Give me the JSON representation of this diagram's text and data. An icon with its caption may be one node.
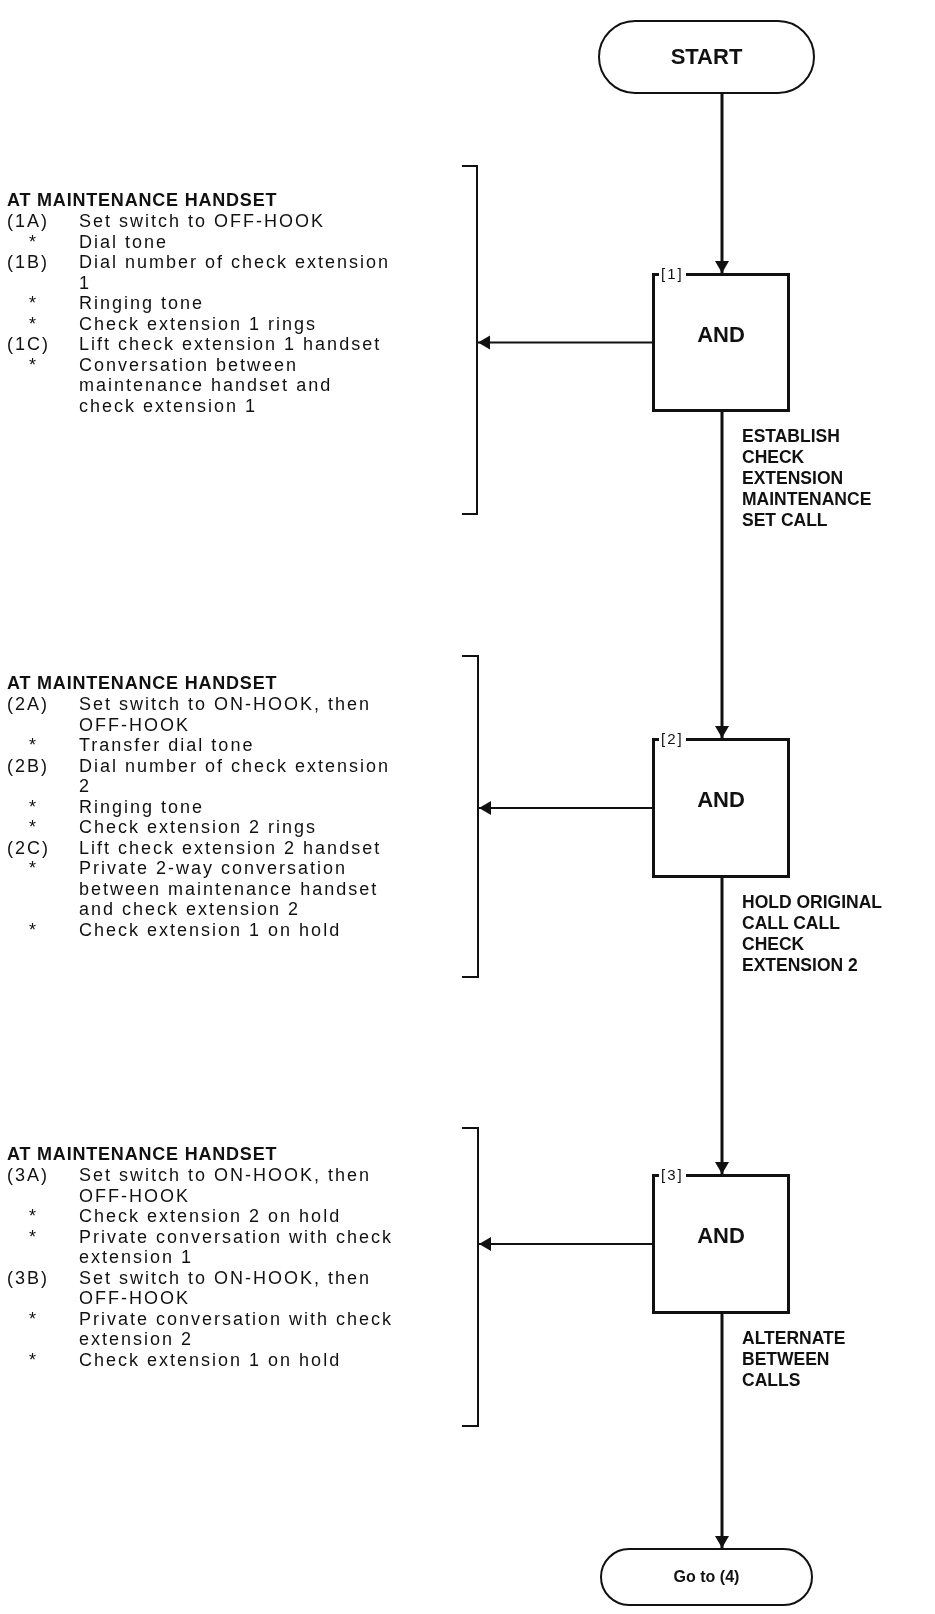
{
  "diagram": {
    "nodes": [
      {
        "text": [
          "START"
        ]
      },
      {
        "text": [
          "[1]",
          "AND"
        ]
      },
      {
        "text": [],
        "shape": "bracket",
        "beside": [
          "AT MAINTENANCE HANDSET",
          "(1A)",
          "Set switch to OFF-HOOK",
          "*",
          "Dial tone",
          "(1B)",
          "Dial number of check extension 1",
          "*",
          "Ringing tone",
          "*",
          "Check extension 1 rings",
          "(1C)",
          "Lift check extension 1 handset",
          "*",
          "Conversation between maintenance handset and check extension 1"
        ]
      },
      {
        "text": [
          "[2]",
          "AND"
        ]
      },
      {
        "text": [],
        "shape": "bracket",
        "beside": [
          "AT MAINTENANCE HANDSET",
          "(2A)",
          "Set switch to ON-HOOK, then OFF-HOOK",
          "*",
          "Transfer dial tone",
          "(2B)",
          "Dial number of check extension 2",
          "*",
          "Ringing tone",
          "*",
          "Check extension 2 rings",
          "(2C)",
          "Lift check extension 2 handset",
          "*",
          "Private 2-way conversation between maintenance handset and check extension 2",
          "*",
          "Check extension 1 on hold"
        ]
      },
      {
        "text": [
          "[3]",
          "AND"
        ]
      },
      {
        "text": [],
        "shape": "bracket",
        "beside": [
          "AT MAINTENANCE HANDSET",
          "(3A)",
          "Set switch to ON-HOOK, then OFF-HOOK",
          "*",
          "Check extension 2 on hold",
          "*",
          "Private conversation with check extension 1",
          "(3B)",
          "Set switch to ON-HOOK, then OFF-HOOK",
          "*",
          "Private conversation with check extension 2",
          "*",
          "Check extension 1 on hold"
        ]
      },
      {
        "text": [
          "Go to (4)"
        ]
      }
    ],
    "edges": [
      {
        "from": 0,
        "to": 1,
        "arrow": "to"
      },
      {
        "from": 1,
        "to": 2,
        "arrow": "to"
      },
      {
        "from": 1,
        "to": 3,
        "arrow": "to",
        "label": "ESTABLISH CHECK EXTENSION MAINTENANCE SET CALL"
      },
      {
        "from": 3,
        "to": 4,
        "arrow": "to"
      },
      {
        "from": 3,
        "to": 5,
        "arrow": "to",
        "label": "HOLD ORIGINAL CALL CALL CHECK EXTENSION 2"
      },
      {
        "from": 5,
        "to": 6,
        "arrow": "to"
      },
      {
        "from": 5,
        "to": 7,
        "arrow": "to",
        "label": "ALTERNATE BETWEEN CALLS"
      }
    ]
  }
}
